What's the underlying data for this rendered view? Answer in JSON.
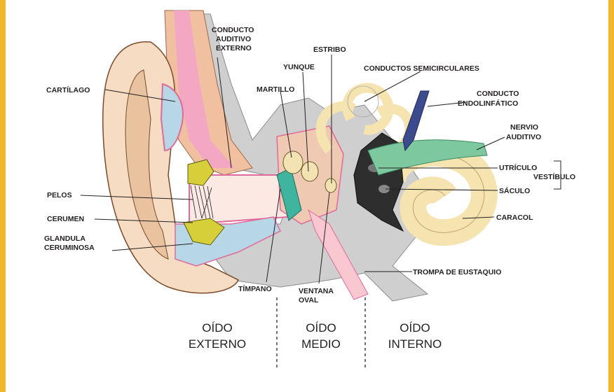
{
  "labels": {
    "cartilago": "CARTÍLAGO",
    "conducto_auditivo_1": "CONDUCTO",
    "conducto_auditivo_2": "AUDITIVO",
    "conducto_auditivo_3": "EXTERNO",
    "estribo": "ESTRIBO",
    "yunque": "YUNQUE",
    "martillo": "MARTILLO",
    "conductos_semicirculares": "CONDUCTOS SEMICIRCULARES",
    "conducto_endo_1": "CONDUCTO",
    "conducto_endo_2": "ENDOLINFÁTICO",
    "nervio_1": "NERVIO",
    "nervio_2": "AUDITIVO",
    "utriculo": "UTRÍCULO",
    "vestibulo": "VESTÍBULO",
    "saculo": "SÁCULO",
    "caracol": "CARACOL",
    "pelos": "PELOS",
    "cerumen": "CERUMEN",
    "glandula_1": "GLANDULA",
    "glandula_2": "CERUMINOSA",
    "timpano": "TÍMPANO",
    "ventana_1": "VENTANA",
    "ventana_2": "OVAL",
    "trompa": "TROMPA DE EUSTAQUIO"
  },
  "regions": {
    "externo_1": "OÍDO",
    "externo_2": "EXTERNO",
    "medio_1": "OÍDO",
    "medio_2": "MEDIO",
    "interno_1": "OÍDO",
    "interno_2": "INTERNO"
  },
  "colors": {
    "frame": "#f2b62a",
    "skin": "#f3d3b4",
    "skin_dark": "#c58f63",
    "bone": "#c9c9c9",
    "pink": "#f0a7c2",
    "canal_blue": "#b9d9e8",
    "cochlea": "#f5e3b0",
    "vestibule": "#333333",
    "nerve": "#7ec8a0",
    "cerumen": "#d6cf3a"
  }
}
